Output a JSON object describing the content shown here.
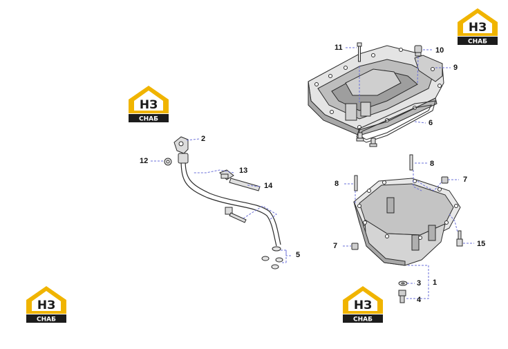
{
  "colors": {
    "logo_yellow": "#f0b400",
    "logo_dark": "#1c1c1c",
    "leader": "#6a6fd8",
    "part_stroke": "#2a2a2a",
    "part_fill": "#d6d6d6"
  },
  "logos": [
    {
      "id": "logo-top-right",
      "top": "НЗ",
      "bottom": "СНАБ"
    },
    {
      "id": "logo-left-top",
      "top": "НЗ",
      "bottom": "СНАБ"
    },
    {
      "id": "logo-bottom-left",
      "top": "НЗ",
      "bottom": "СНАБ"
    },
    {
      "id": "logo-bottom-center",
      "top": "НЗ",
      "bottom": "СНАБ"
    }
  ],
  "callouts": {
    "c1": "1",
    "c2": "2",
    "c3": "3",
    "c4": "4",
    "c5": "5",
    "c6": "6",
    "c7a": "7",
    "c7b": "7",
    "c8a": "8",
    "c8b": "8",
    "c9": "9",
    "c10": "10",
    "c11": "11",
    "c12": "12",
    "c13": "13",
    "c14": "14",
    "c15": "15"
  }
}
